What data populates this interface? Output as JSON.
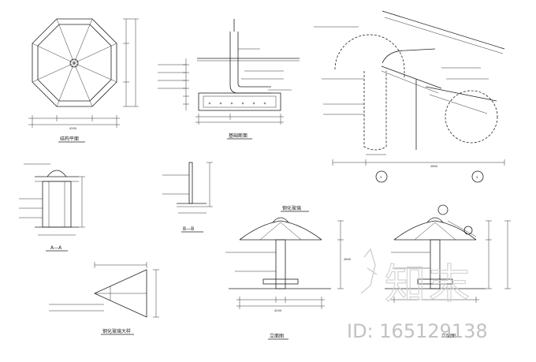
{
  "titles": {
    "plan": "结构平面",
    "foundation": "基础断面",
    "section_aa": "A—A",
    "section_bb": "B—B",
    "bracket_detail": "钢化玻璃大样",
    "elevation": "立面图",
    "tempered_glass_canopy": "钢化玻璃",
    "elevation_right": "立面图"
  },
  "detail_markers": {
    "three": "3",
    "four": "4"
  },
  "dimensions": {
    "plan_total": "4200",
    "elevation_total": "4200",
    "side_height": "2800",
    "detail_width": "2800"
  },
  "watermark": {
    "site_name": "知末",
    "id_text": "ID: 165129138"
  },
  "colors": {
    "line": "#222222",
    "watermark": "#c8c8c8",
    "background": "#ffffff"
  }
}
